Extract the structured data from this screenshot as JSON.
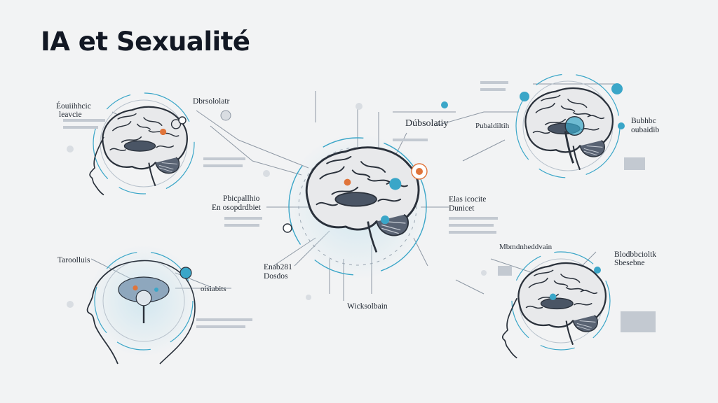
{
  "title": "IA et Sexualité",
  "labels": {
    "tl_a": "Éouiihhcic",
    "tl_b": "leavcie",
    "tl_c": "Dbrsololatr",
    "center_top": "Dúbsolatiy",
    "center_top2": "Pubaldiltih",
    "tr_a": "Bubhbc",
    "tr_b": "oubaidib",
    "cl_a": "Pbicpallhio",
    "cl_b": "En osopdrdbiet",
    "cr_a": "Elas icocite",
    "cr_b": "Dunicet",
    "bl_a": "Taroolluis",
    "bl_b": "oisiabits",
    "bc_a": "Enab281",
    "bc_b": "Dosdos",
    "bc_c": "Wicksolbain",
    "br_a": "Mbmdnheddvain",
    "br_b": "Blodbbcioltk",
    "br_c": "Sbesebne"
  },
  "colors": {
    "accent_blue": "#3aa6c8",
    "accent_orange": "#e0743a",
    "brain_outline": "#2a313b",
    "brain_fill": "#e8e9eb",
    "ventricle": "#4a5565"
  }
}
